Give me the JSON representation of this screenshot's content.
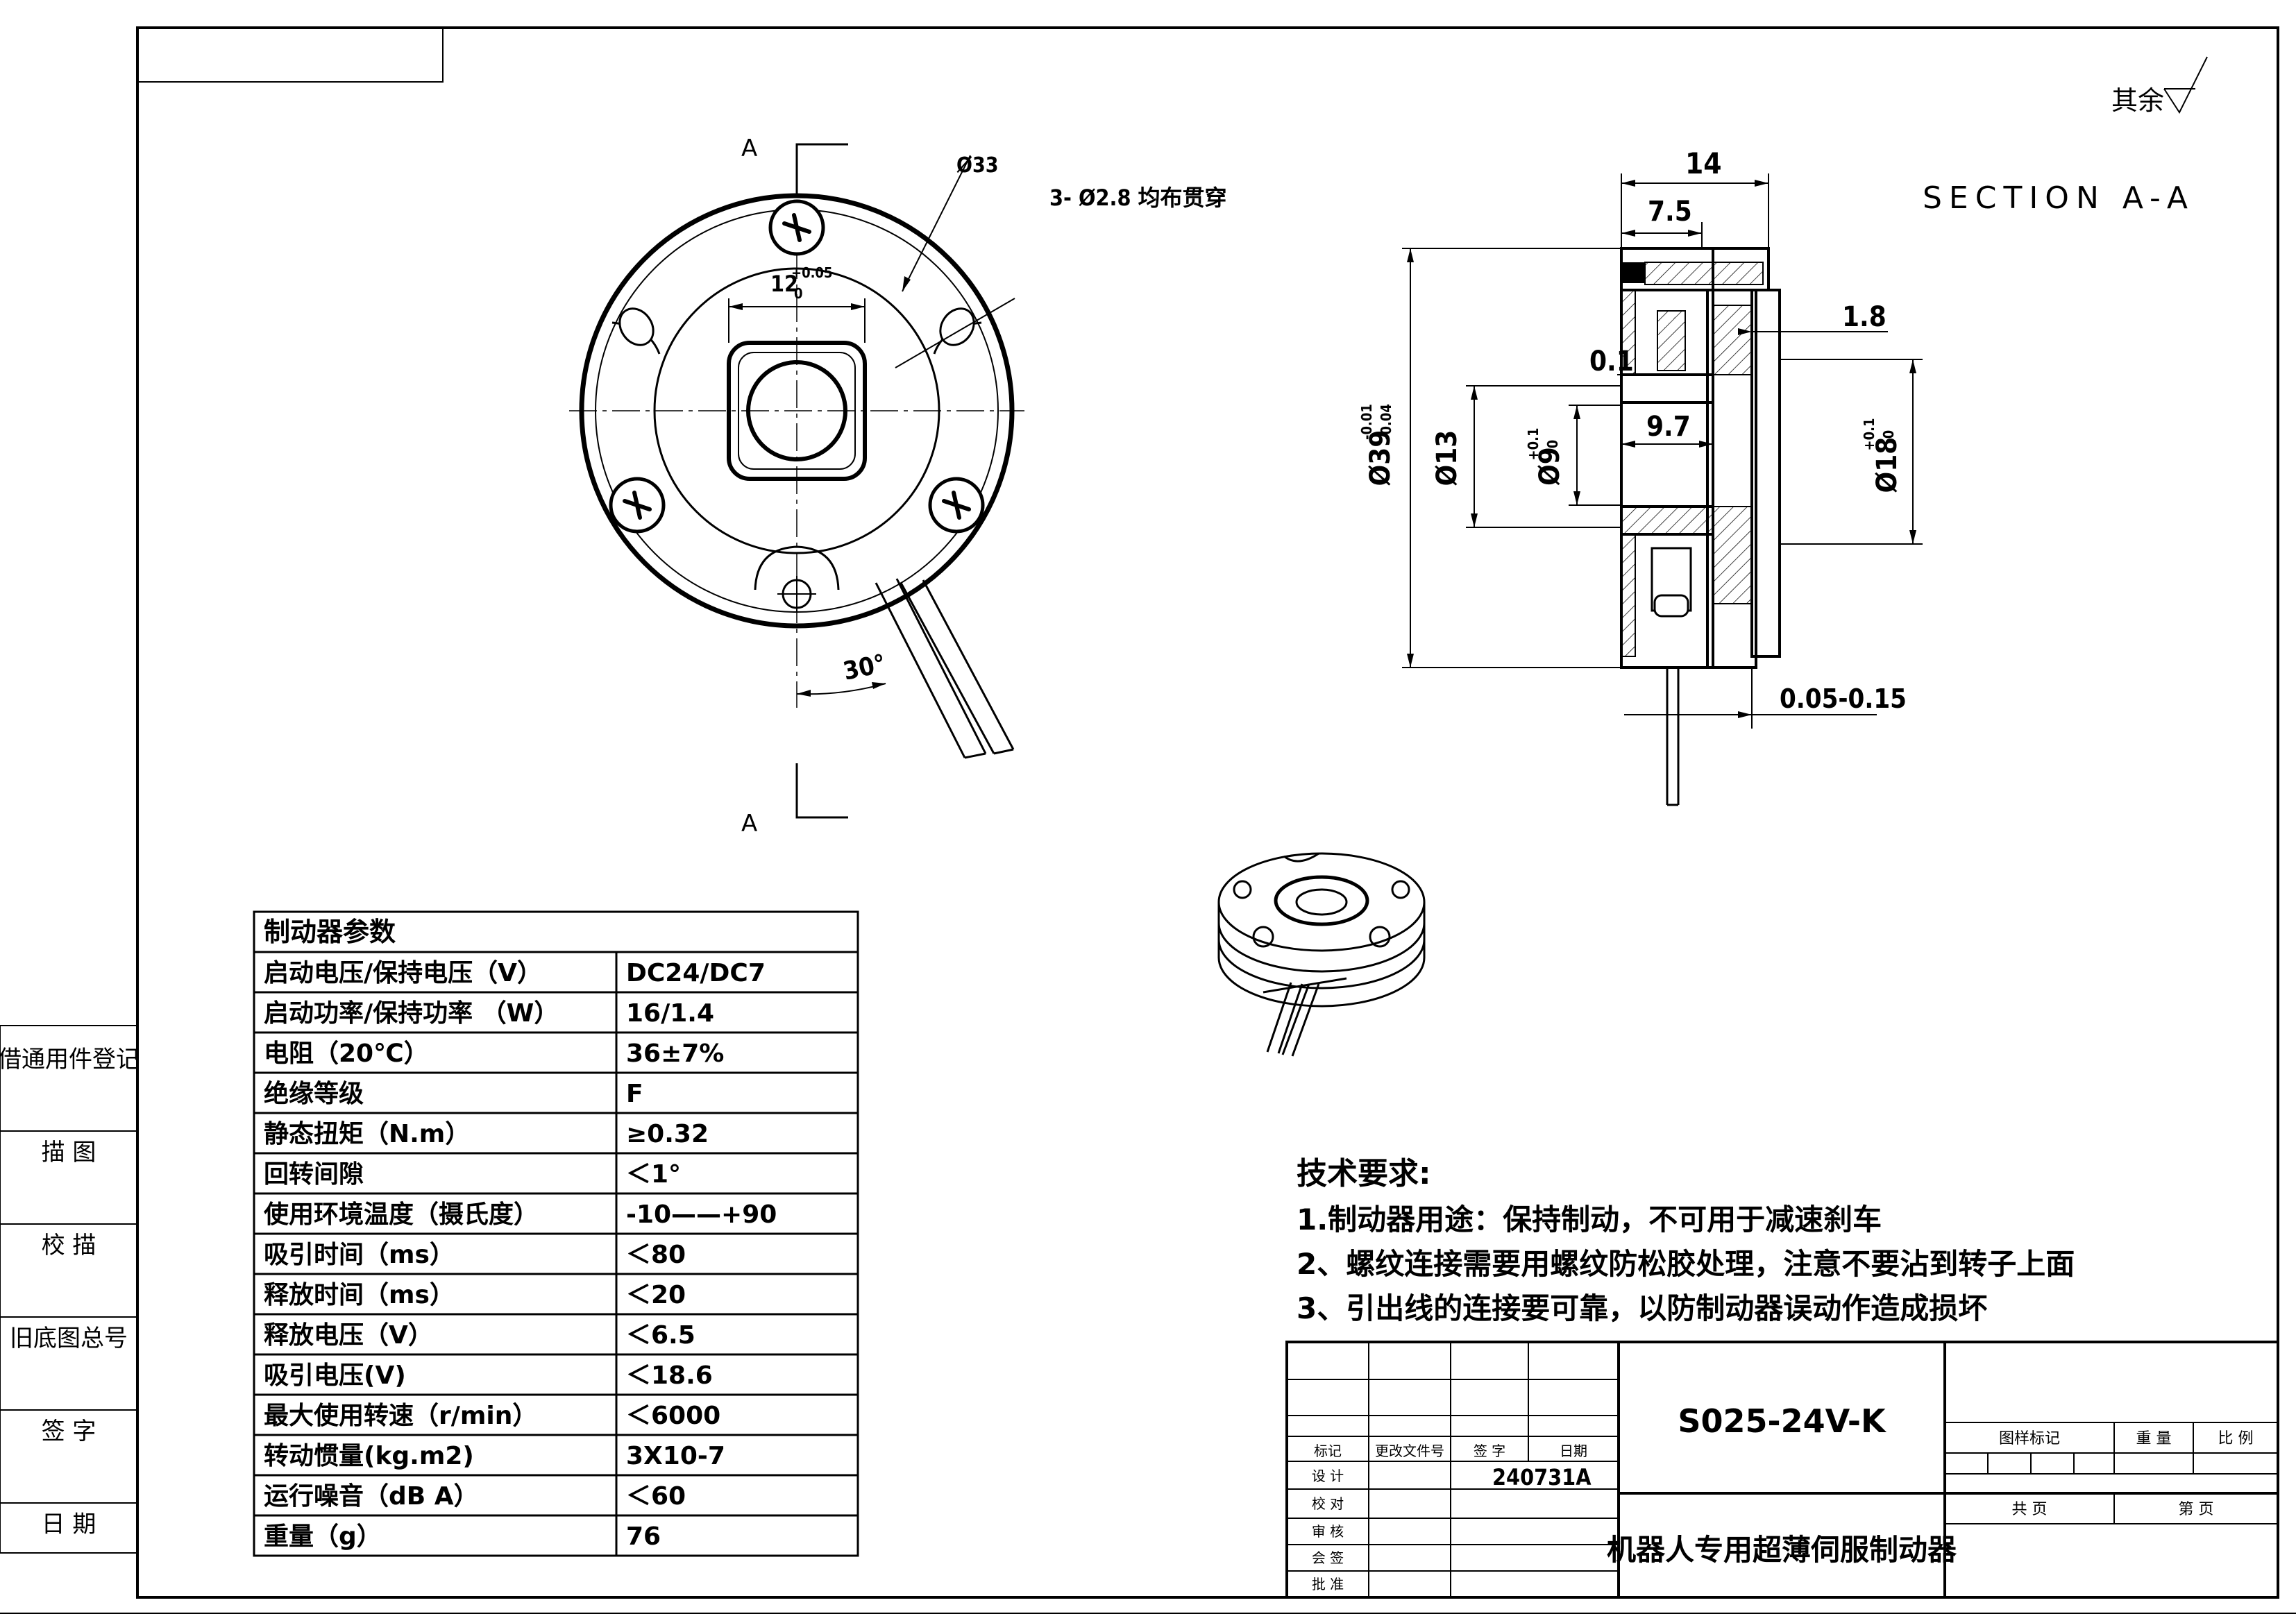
{
  "drawing": {
    "roughness_note": "其余",
    "section_title": "SECTION  A-A",
    "section_marker": "A"
  },
  "front_view": {
    "dim_diameter": "Ø33",
    "dim_holes": "3-  Ø2.8 均布贯穿",
    "dim_square": "12",
    "dim_square_tol_upper": "+0.05",
    "dim_square_tol_lower": "0",
    "dim_angle": "30°"
  },
  "section_view": {
    "dim_width": "14",
    "dim_half": "7.5",
    "dim_gap_top": "0.1",
    "dim_plate": "1.8",
    "dim_inner": "9.7",
    "dim_air_gap": "0.05-0.15",
    "dia_outer": "Ø39",
    "dia_outer_tol_upper": "-0.01",
    "dia_outer_tol_lower": "-0.04",
    "dia_13": "Ø13",
    "dia_9": "Ø9",
    "dia_9_tol_upper": "+0.1",
    "dia_9_tol_lower": "0",
    "dia_18": "Ø18",
    "dia_18_tol_upper": "+0.1",
    "dia_18_tol_lower": "0"
  },
  "side_register": {
    "items": [
      "借通用件登记",
      "描  图",
      "校  描",
      "旧底图总号",
      "签  字",
      "日  期"
    ]
  },
  "params": {
    "title": "制动器参数",
    "rows": [
      {
        "label": "启动电压/保持电压（V）",
        "value": "DC24/DC7"
      },
      {
        "label": "启动功率/保持功率  （W）",
        "value": "16/1.4"
      },
      {
        "label": "电阻（20℃）",
        "value": "36±7%"
      },
      {
        "label": "绝缘等级",
        "value": "F"
      },
      {
        "label": "静态扭矩（N.m）",
        "value": "≥0.32"
      },
      {
        "label": "回转间隙",
        "value": "＜1°"
      },
      {
        "label": "使用环境温度（摄氏度）",
        "value": "-10——+90"
      },
      {
        "label": "吸引时间（ms）",
        "value": "＜80"
      },
      {
        "label": "释放时间（ms）",
        "value": "＜20"
      },
      {
        "label": "释放电压（V）",
        "value": "＜6.5"
      },
      {
        "label": "吸引电压(V)",
        "value": "＜18.6"
      },
      {
        "label": "最大使用转速（r/min）",
        "value": "＜6000"
      },
      {
        "label": "转动惯量(kg.m2)",
        "value": "3X10-7"
      },
      {
        "label": "运行噪音（dB A）",
        "value": "＜60"
      },
      {
        "label": "重量（g）",
        "value": "76"
      }
    ]
  },
  "tech": {
    "title": "技术要求:",
    "items": [
      "1.制动器用途：保持制动，不可用于减速刹车",
      "2、螺纹连接需要用螺纹防松胶处理，注意不要沾到转子上面",
      "3、引出线的连接要可靠，以防制动器误动作造成损坏"
    ]
  },
  "title_block": {
    "part_no": "S025-24V-K",
    "name": "机器人专用超薄伺服制动器",
    "date_code": "240731A",
    "rev_headers": [
      "标记",
      "更改文件号",
      "签 字",
      "日期"
    ],
    "roles": [
      "设  计",
      "校  对",
      "审  核",
      "会  签",
      "批  准"
    ],
    "attr_headers": [
      "图样标记",
      "重  量",
      "比  例"
    ],
    "page_total": "共    页",
    "page_no": "第    页"
  }
}
